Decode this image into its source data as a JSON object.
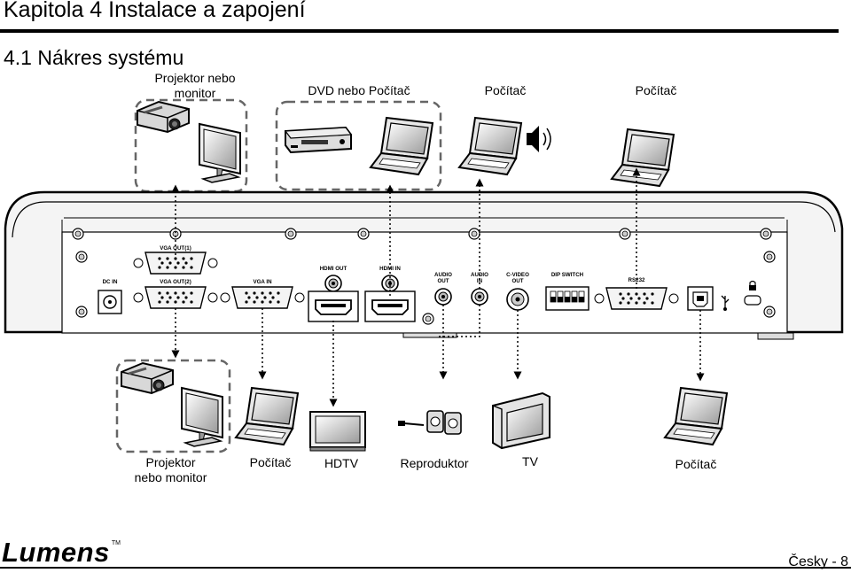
{
  "header": {
    "chapter_title": "Kapitola 4 Instalace a zapojení",
    "section_title": "4.1 Nákres systému"
  },
  "top_devices": {
    "projector_monitor_line1": "Projektor nebo",
    "projector_monitor_line2": "monitor",
    "dvd_computer": "DVD nebo Počítač",
    "computer_audio": "Počítač",
    "computer_rs232": "Počítač"
  },
  "ports": {
    "vga_out1": "VGA OUT(1)",
    "vga_out2": "VGA OUT(2)",
    "dc_in": "DC IN",
    "vga_in": "VGA IN",
    "hdmi_out": "HDMI OUT",
    "hdmi_in": "HDMI IN",
    "audio_out_1": "AUDIO",
    "audio_out_2": "OUT",
    "audio_in_1": "AUDIO",
    "audio_in_2": "IN",
    "c_video_out_1": "C-VIDEO",
    "c_video_out_2": "OUT",
    "dip_switch": "DIP SWITCH",
    "rs232": "RS232"
  },
  "bottom_devices": {
    "projector_monitor_line1": "Projektor",
    "projector_monitor_line2": "nebo monitor",
    "computer_vga": "Počítač",
    "hdtv": "HDTV",
    "speaker": "Reproduktor",
    "tv": "TV",
    "computer_usb": "Počítač"
  },
  "footer": {
    "brand": "Lumens",
    "trademark": "TM",
    "page": "Česky - 8"
  }
}
